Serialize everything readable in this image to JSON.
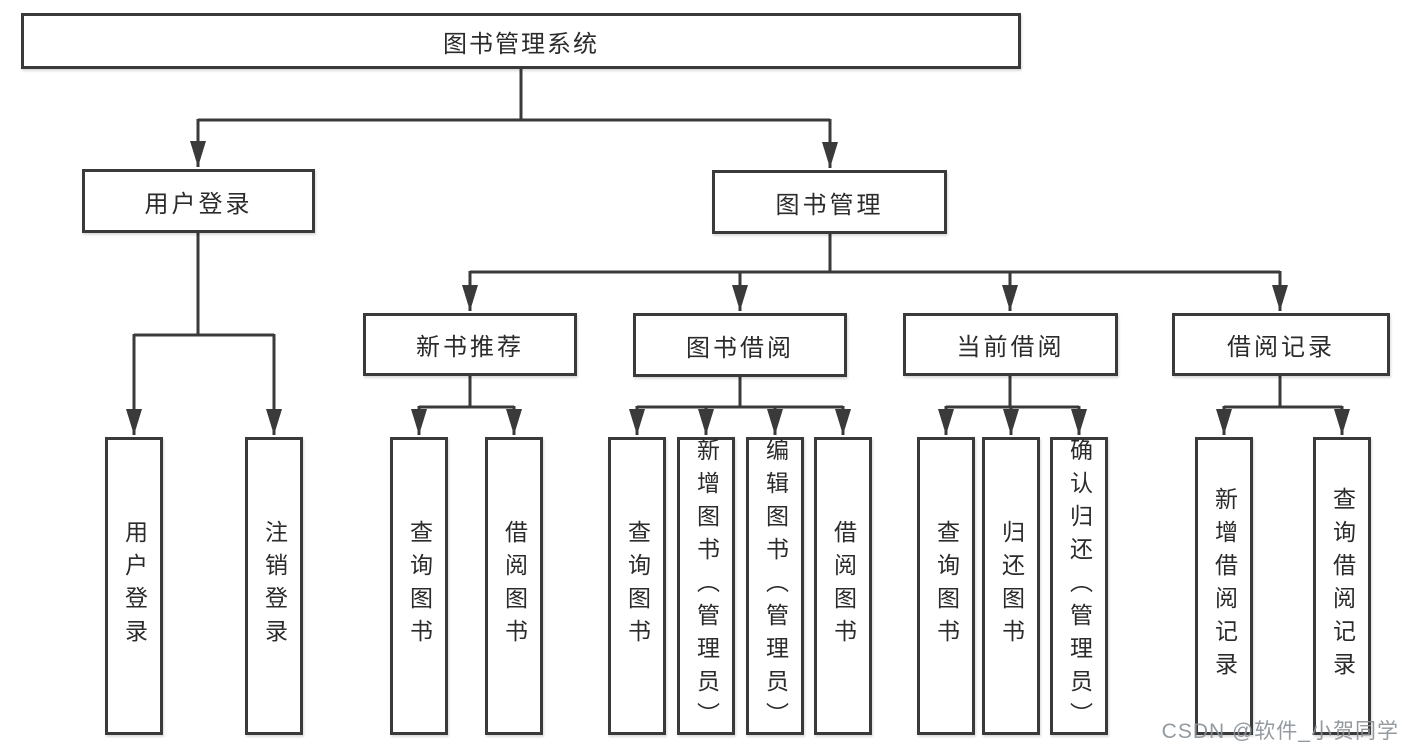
{
  "diagram": {
    "root": {
      "label": "图书管理系统"
    },
    "level2": {
      "user_login": {
        "label": "用户登录"
      },
      "book_mgmt": {
        "label": "图书管理"
      }
    },
    "level3": {
      "new_book": {
        "label": "新书推荐"
      },
      "book_borrow": {
        "label": "图书借阅"
      },
      "current_borrow": {
        "label": "当前借阅"
      },
      "borrow_record": {
        "label": "借阅记录"
      }
    },
    "leaves": {
      "user_login_1": {
        "label": "用户登录"
      },
      "user_login_2": {
        "label": "注销登录"
      },
      "new_book_1": {
        "label": "查询图书"
      },
      "new_book_2": {
        "label": "借阅图书"
      },
      "book_borrow_1": {
        "label": "查询图书"
      },
      "book_borrow_2": {
        "label": "新增图书（管理员）"
      },
      "book_borrow_3": {
        "label": "编辑图书（管理员）"
      },
      "book_borrow_4": {
        "label": "借阅图书"
      },
      "current_borrow_1": {
        "label": "查询图书"
      },
      "current_borrow_2": {
        "label": "归还图书"
      },
      "current_borrow_3": {
        "label": "确认归还（管理员）"
      },
      "borrow_record_1": {
        "label": "新增借阅记录"
      },
      "borrow_record_2": {
        "label": "查询借阅记录"
      }
    },
    "watermark": "CSDN @软件_小贺同学",
    "colors": {
      "line": "#3a3a3a",
      "text": "#2b2b2b",
      "watermark": "#8a9198"
    }
  }
}
